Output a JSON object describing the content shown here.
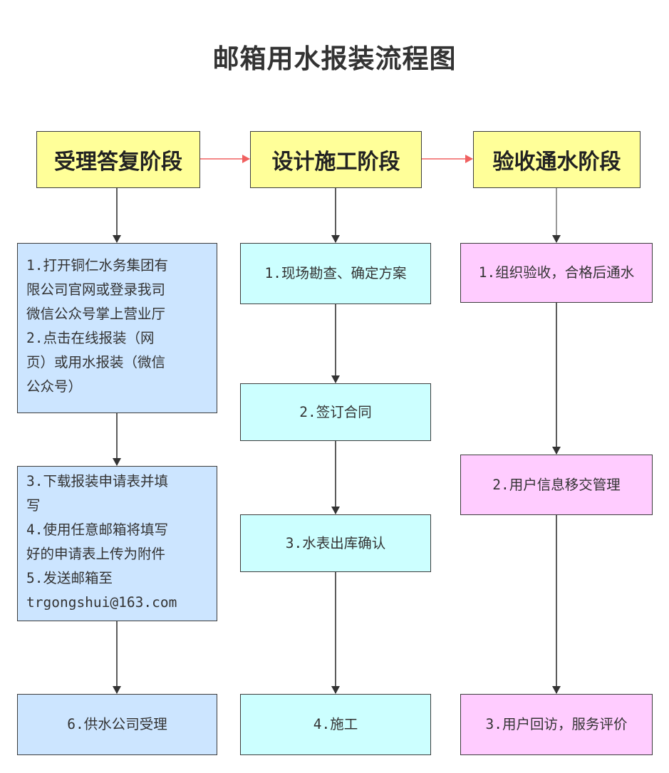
{
  "title": "邮箱用水报装流程图",
  "colors": {
    "stage_fill": "#ffff99",
    "col1_fill": "#cce5ff",
    "col2_fill": "#ccffff",
    "col3_fill": "#ffccff",
    "stage_link": "#f06060",
    "arrow": "#333333"
  },
  "stages": [
    {
      "label": "受理答复阶段"
    },
    {
      "label": "设计施工阶段"
    },
    {
      "label": "验收通水阶段"
    }
  ],
  "col1": {
    "step1": "1.打开铜仁水务集团有\n限公司官网或登录我司\n微信公众号掌上营业厅\n2.点击在线报装（网\n页）或用水报装（微信\n公众号）",
    "step2": "3.下载报装申请表并填\n写\n4.使用任意邮箱将填写\n好的申请表上传为附件\n5.发送邮箱至\ntrgongshui@163.com",
    "step3": "6.供水公司受理"
  },
  "col2": {
    "step1": "1.现场勘查、确定方案",
    "step2": "2.签订合同",
    "step3": "3.水表出库确认",
    "step4": "4.施工"
  },
  "col3": {
    "step1": "1.组织验收，合格后通水",
    "step2": "2.用户信息移交管理",
    "step3": "3.用户回访，服务评价"
  }
}
